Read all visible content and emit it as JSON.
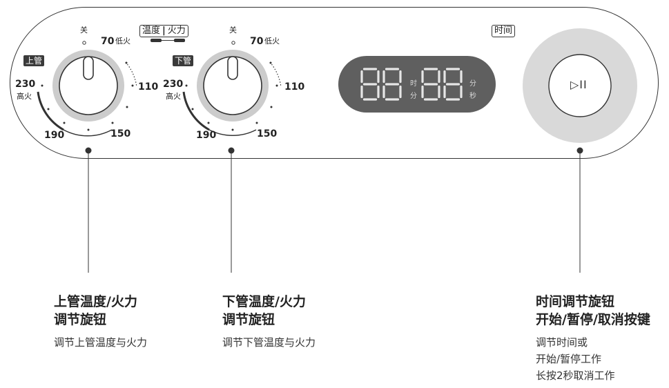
{
  "temp_fire_label": {
    "left": "温度",
    "right": "火力"
  },
  "time_label": "时间",
  "knob_top": {
    "tag": "上管",
    "off": "关",
    "low_value": "70",
    "low_text": "低火",
    "value_110": "110",
    "value_150": "150",
    "value_190": "190",
    "high_value": "230",
    "high_text": "高火"
  },
  "knob_bottom": {
    "tag": "下管",
    "off": "关",
    "low_value": "70",
    "low_text": "低火",
    "value_110": "110",
    "value_150": "150",
    "value_190": "190",
    "high_value": "230",
    "high_text": "高火"
  },
  "display": {
    "digits": "88:88",
    "hour_unit": "时",
    "min_unit_left": "分",
    "min_unit_right": "分",
    "sec_unit": "秒"
  },
  "play_button": {
    "symbol": "▷II"
  },
  "callouts": [
    {
      "title_line1": "上管温度/火力",
      "title_line2": "调节旋钮",
      "desc": [
        "调节上管温度与火力"
      ]
    },
    {
      "title_line1": "下管温度/火力",
      "title_line2": "调节旋钮",
      "desc": [
        "调节下管温度与火力"
      ]
    },
    {
      "title_line1": "时间调节旋钮",
      "title_line2": "开始/暂停/取消按键",
      "desc": [
        "调节时间或",
        "开始/暂停工作",
        "长按2秒取消工作"
      ]
    }
  ],
  "colors": {
    "outline": "#333333",
    "knob_ring": "#cccccc",
    "lcd_bg": "#5f5f5f",
    "lcd_segment": "#e6e6e6",
    "time_ring": "#d9d9d9",
    "tag_bg": "#3a3a3a"
  }
}
